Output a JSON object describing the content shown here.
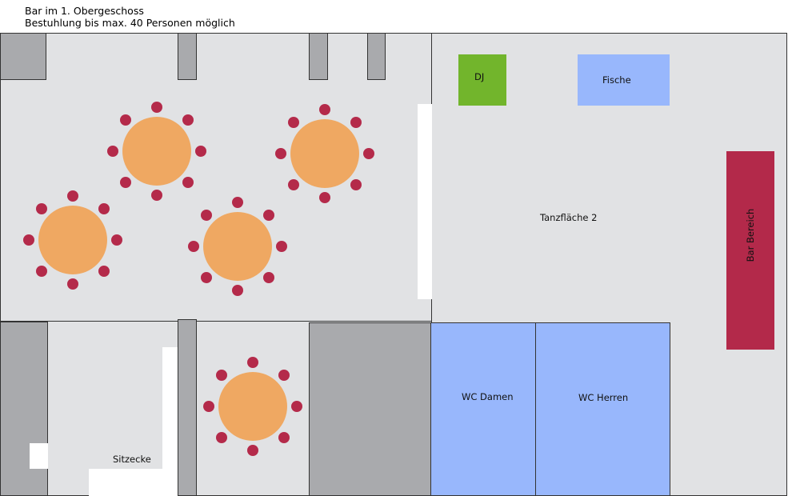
{
  "header": {
    "title": "Bar im 1. Obergeschoss",
    "subtitle": "Bestuhlung bis max. 40 Personen möglich"
  },
  "labels": {
    "dj": "DJ",
    "fische": "Fische",
    "tanzflaeche": "Tanzfläche 2",
    "bar": "Bar Bereich",
    "wc_damen": "WC Damen",
    "wc_herren": "WC Herren",
    "sitzecke": "Sitzecke"
  },
  "colors": {
    "floor": "#e1e2e4",
    "wall_block": "#a9aaad",
    "table": "#efa862",
    "chair": "#b42a4a",
    "dj": "#72b52c",
    "fische": "#98b7fc",
    "bar": "#b3294a",
    "wc": "#98b7fc"
  },
  "round_tables": {
    "count": 5,
    "chairs_per_table": 8
  }
}
